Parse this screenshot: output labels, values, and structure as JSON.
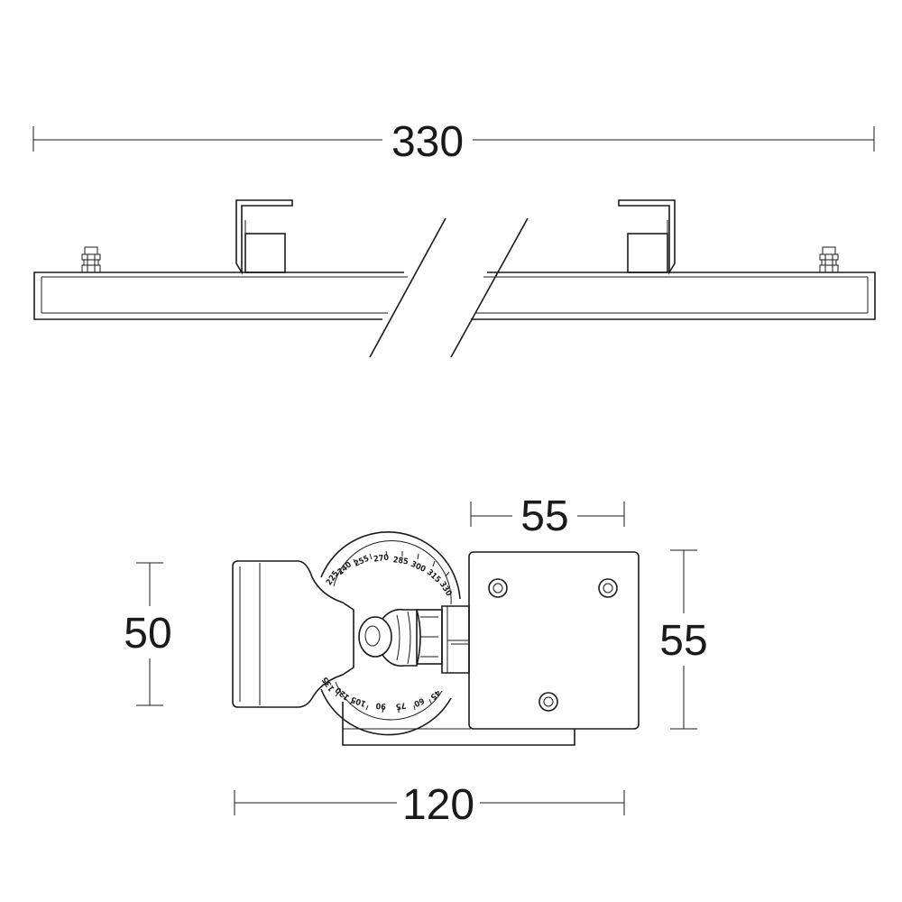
{
  "dimensions": {
    "overall_length": "330",
    "depth": "55",
    "width": "120",
    "height_left": "50",
    "height_right": "55"
  },
  "angle_scale_top": [
    "225",
    "240",
    "255",
    "270",
    "285",
    "300",
    "315",
    "330"
  ],
  "angle_scale_bottom": [
    "135",
    "120",
    "105",
    "90",
    "75",
    "60",
    "45"
  ]
}
